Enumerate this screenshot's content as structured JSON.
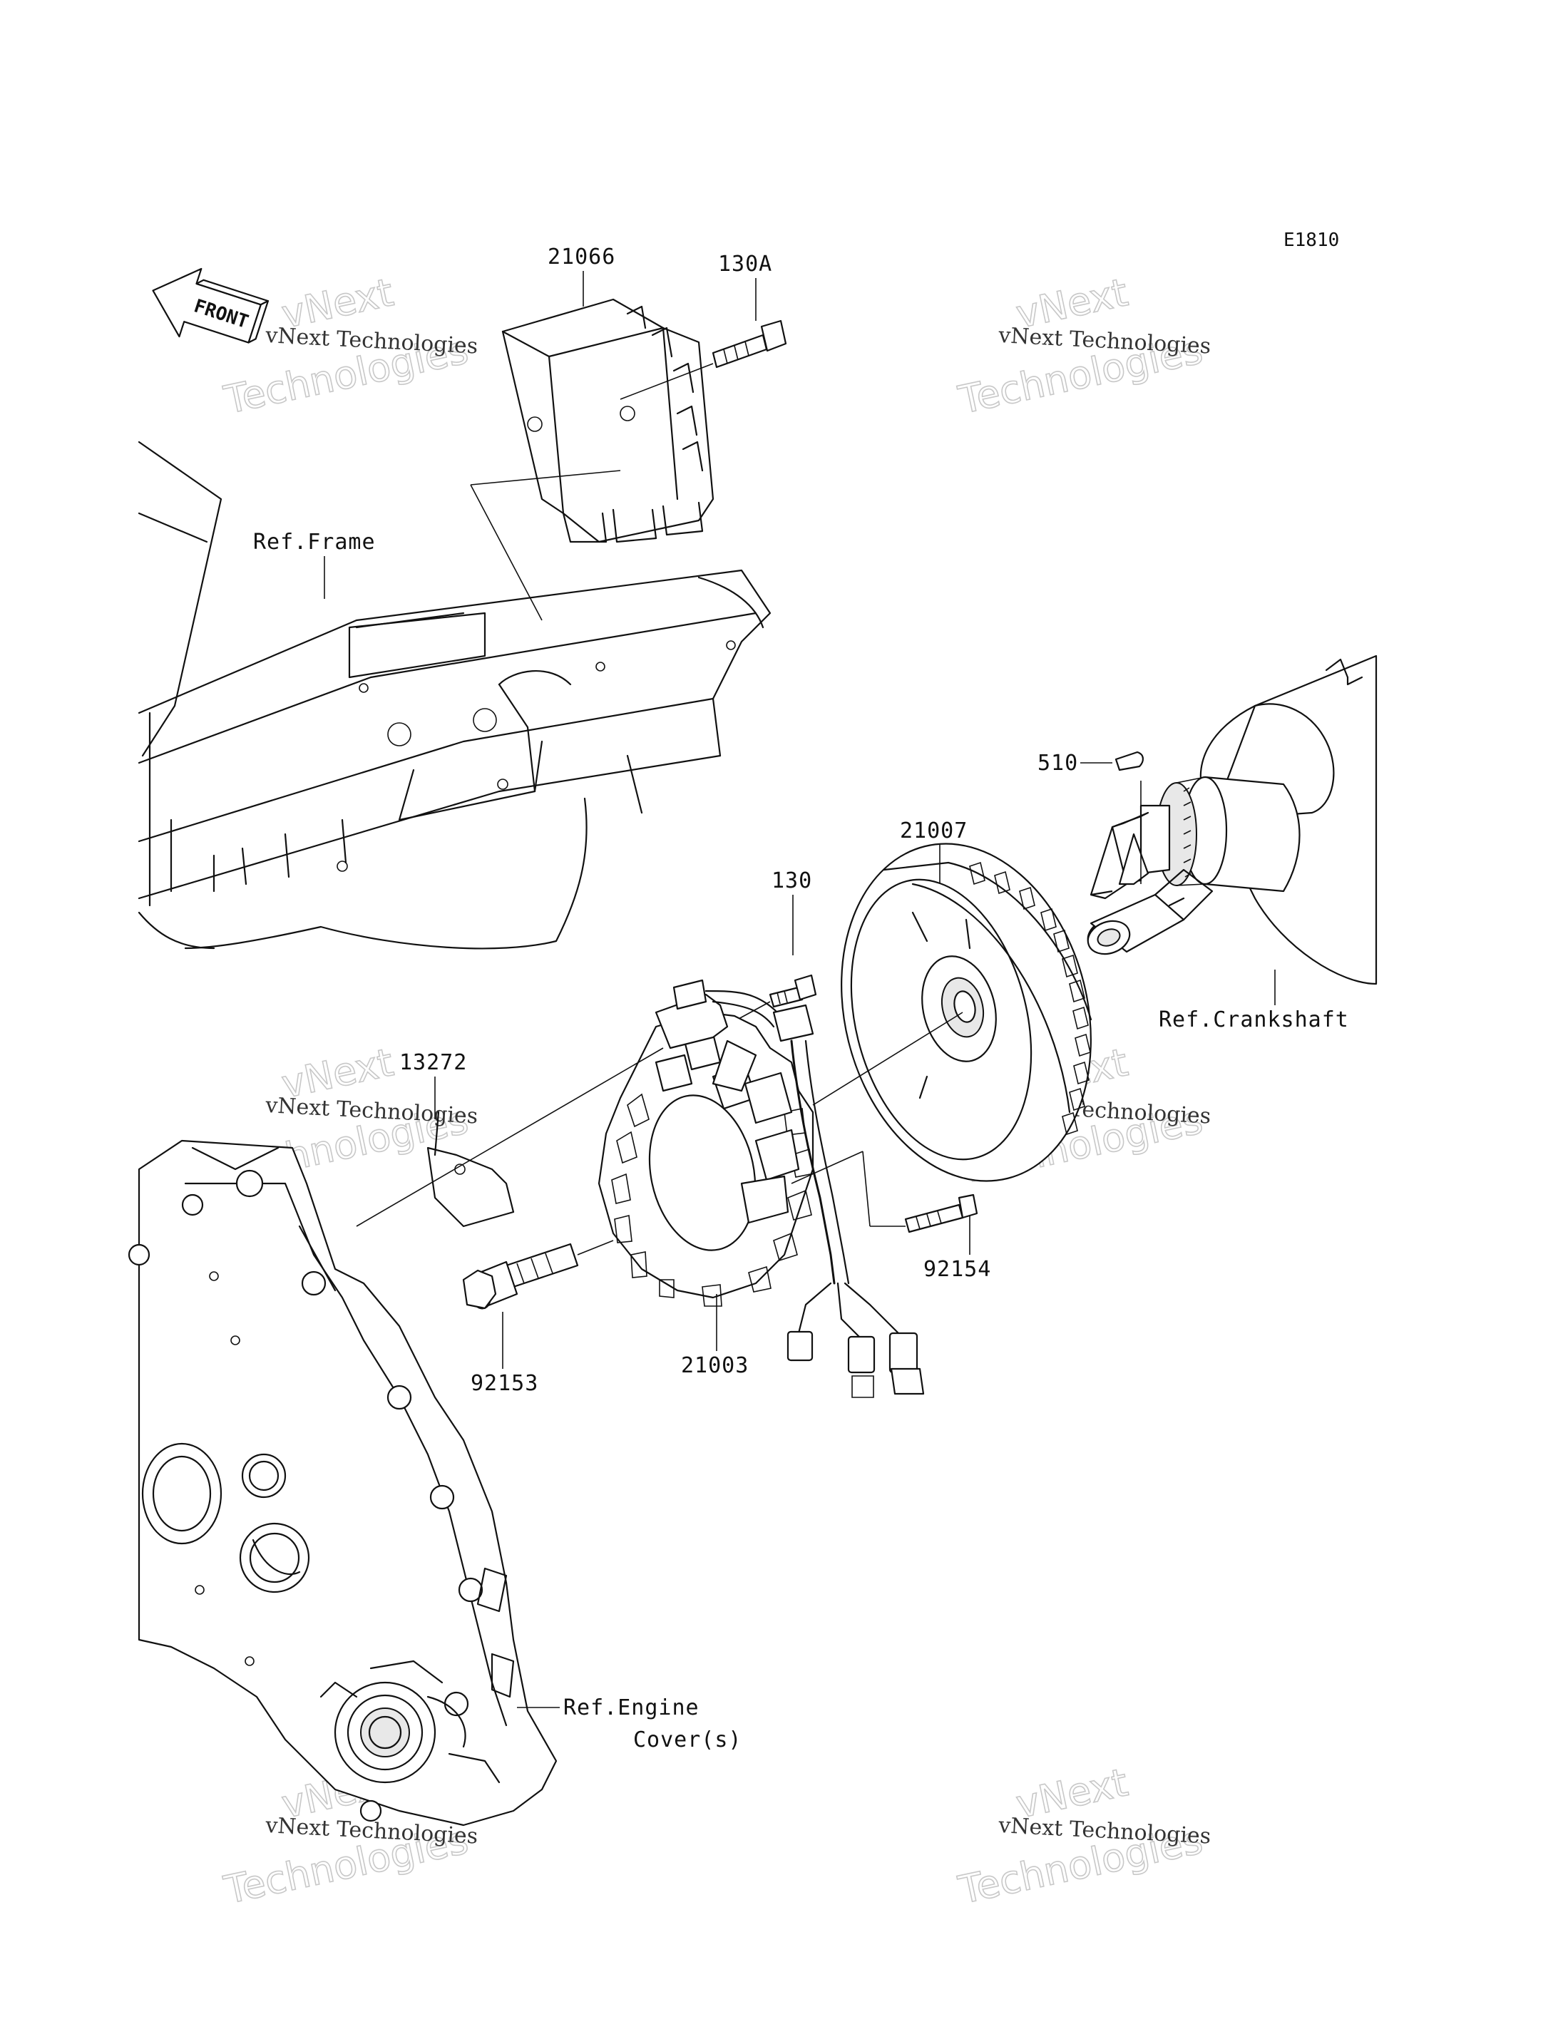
{
  "diagram_code": "E1810",
  "front_arrow_label": "FRONT",
  "callouts": {
    "regulator": "21066",
    "bolt_130a": "130A",
    "ref_frame": "Ref.Frame",
    "key_510": "510",
    "rotor": "21007",
    "bolt_130": "130",
    "ref_crankshaft": "Ref.Crankshaft",
    "clamp": "13272",
    "stator": "21003",
    "bolt_92154": "92154",
    "bolt_92153": "92153",
    "ref_engine_line1": "Ref.Engine",
    "ref_engine_line2": "Cover(s)"
  },
  "watermarks": [
    {
      "line1": "vNext Technologies",
      "line2": "vNext",
      "line3": "Technologies"
    },
    {
      "line1": "vNext Technologies",
      "line2": "vNext",
      "line3": "Technologies"
    },
    {
      "line1": "vNext Technologies",
      "line2": "vNext",
      "line3": "Technologies"
    },
    {
      "line1": "vNext Technologies",
      "line2": "vNext",
      "line3": "Technologies"
    },
    {
      "line1": "vNext Technologies",
      "line2": "vNext",
      "line3": "Technologies"
    },
    {
      "line1": "vNext Technologies",
      "line2": "vNext",
      "line3": "Technologies"
    }
  ],
  "colors": {
    "ink": "#111111",
    "watermark": "#c8c8c8",
    "background": "#ffffff"
  }
}
